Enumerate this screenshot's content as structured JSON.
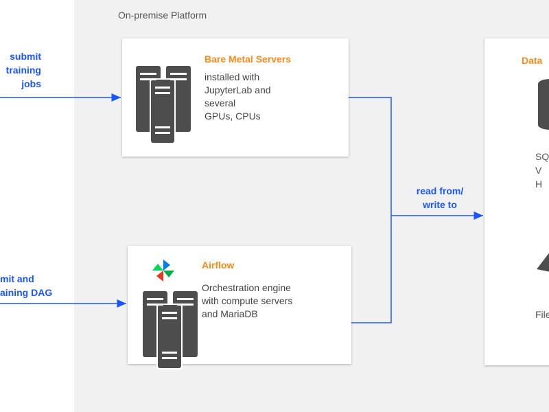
{
  "platform": {
    "title": "On-premise Platform"
  },
  "bare_metal": {
    "title": "Bare Metal Servers",
    "description": "installed with\nJupyterLab and\nseveral\nGPUs, CPUs",
    "icon": "server-stack-icon"
  },
  "airflow": {
    "title": "Airflow",
    "description": "Orchestration engine\nwith compute servers\nand MariaDB",
    "icon": "airflow-pinwheel-icon"
  },
  "data_box": {
    "title": "Data",
    "db_label": "SQ\nV\nH",
    "file_label": "File"
  },
  "edges": {
    "submit_training": "submit\ntraining\njobs",
    "submit_dag": "mit and\naining DAG",
    "read_write": "read from/\nwrite to"
  },
  "colors": {
    "edge": "#1a56ff",
    "title_accent": "#ff8a1a",
    "server": "#4d4d4d",
    "platform_bg": "#f1f1f1"
  }
}
